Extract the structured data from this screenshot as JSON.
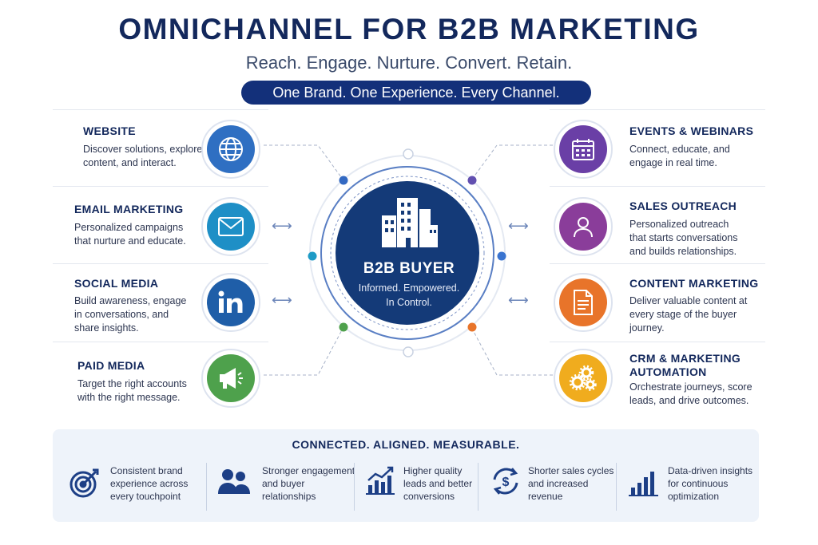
{
  "header": {
    "title": "OMNICHANNEL FOR B2B MARKETING",
    "subtitle": "Reach. Engage. Nurture. Convert. Retain.",
    "tagline": "One Brand. One Experience. Every Channel."
  },
  "hub": {
    "title": "B2B BUYER",
    "line1": "Informed. Empowered.",
    "line2": "In Control.",
    "icon": "buildings-icon"
  },
  "channels_left": [
    {
      "title": "WEBSITE",
      "desc": [
        "Discover solutions, explore",
        "content, and interact."
      ],
      "icon": "globe-icon",
      "color": "#2f6fc2"
    },
    {
      "title": "EMAIL MARKETING",
      "desc": [
        "Personalized campaigns",
        "that nurture and educate."
      ],
      "icon": "envelope-icon",
      "color": "#1e8fc6"
    },
    {
      "title": "SOCIAL MEDIA",
      "desc": [
        "Build awareness, engage",
        "in conversations, and",
        "share insights."
      ],
      "icon": "linkedin-icon",
      "color": "#1f5ea8"
    },
    {
      "title": "PAID MEDIA",
      "desc": [
        "Target the right accounts",
        "with the right message."
      ],
      "icon": "megaphone-icon",
      "color": "#4ea14c"
    }
  ],
  "channels_right": [
    {
      "title": "EVENTS & WEBINARS",
      "desc": [
        "Connect, educate, and",
        "engage in real time."
      ],
      "icon": "calendar-icon",
      "color": "#6a3fa6"
    },
    {
      "title": "SALES OUTREACH",
      "desc": [
        "Personalized outreach",
        "that starts conversations",
        "and builds relationships."
      ],
      "icon": "person-icon",
      "color": "#8a3d9a"
    },
    {
      "title": "CONTENT MARKETING",
      "desc": [
        "Deliver valuable content at",
        "every stage of the buyer",
        "journey."
      ],
      "icon": "document-icon",
      "color": "#e8742a"
    },
    {
      "title": "CRM & MARKETING",
      "title2": "AUTOMATION",
      "desc": [
        "Orchestrate journeys, score",
        "leads, and drive outcomes."
      ],
      "icon": "gears-icon",
      "color": "#f0ac1e"
    }
  ],
  "bottom": {
    "title": "CONNECTED. ALIGNED. MEASURABLE.",
    "benefits": [
      {
        "lines": [
          "Consistent brand",
          "experience across",
          "every touchpoint"
        ],
        "icon": "target-icon"
      },
      {
        "lines": [
          "Stronger engagement",
          "and buyer",
          "relationships"
        ],
        "icon": "people-icon"
      },
      {
        "lines": [
          "Higher quality",
          "leads and better",
          "conversions"
        ],
        "icon": "growth-chart-icon"
      },
      {
        "lines": [
          "Shorter sales cycles",
          "and increased",
          "revenue"
        ],
        "icon": "dollar-cycle-icon"
      },
      {
        "lines": [
          "Data-driven insights",
          "for continuous",
          "optimization"
        ],
        "icon": "bar-chart-icon"
      }
    ]
  },
  "colors": {
    "navy": "#13285c",
    "accent": "#13307a",
    "hub": "#143a78"
  }
}
